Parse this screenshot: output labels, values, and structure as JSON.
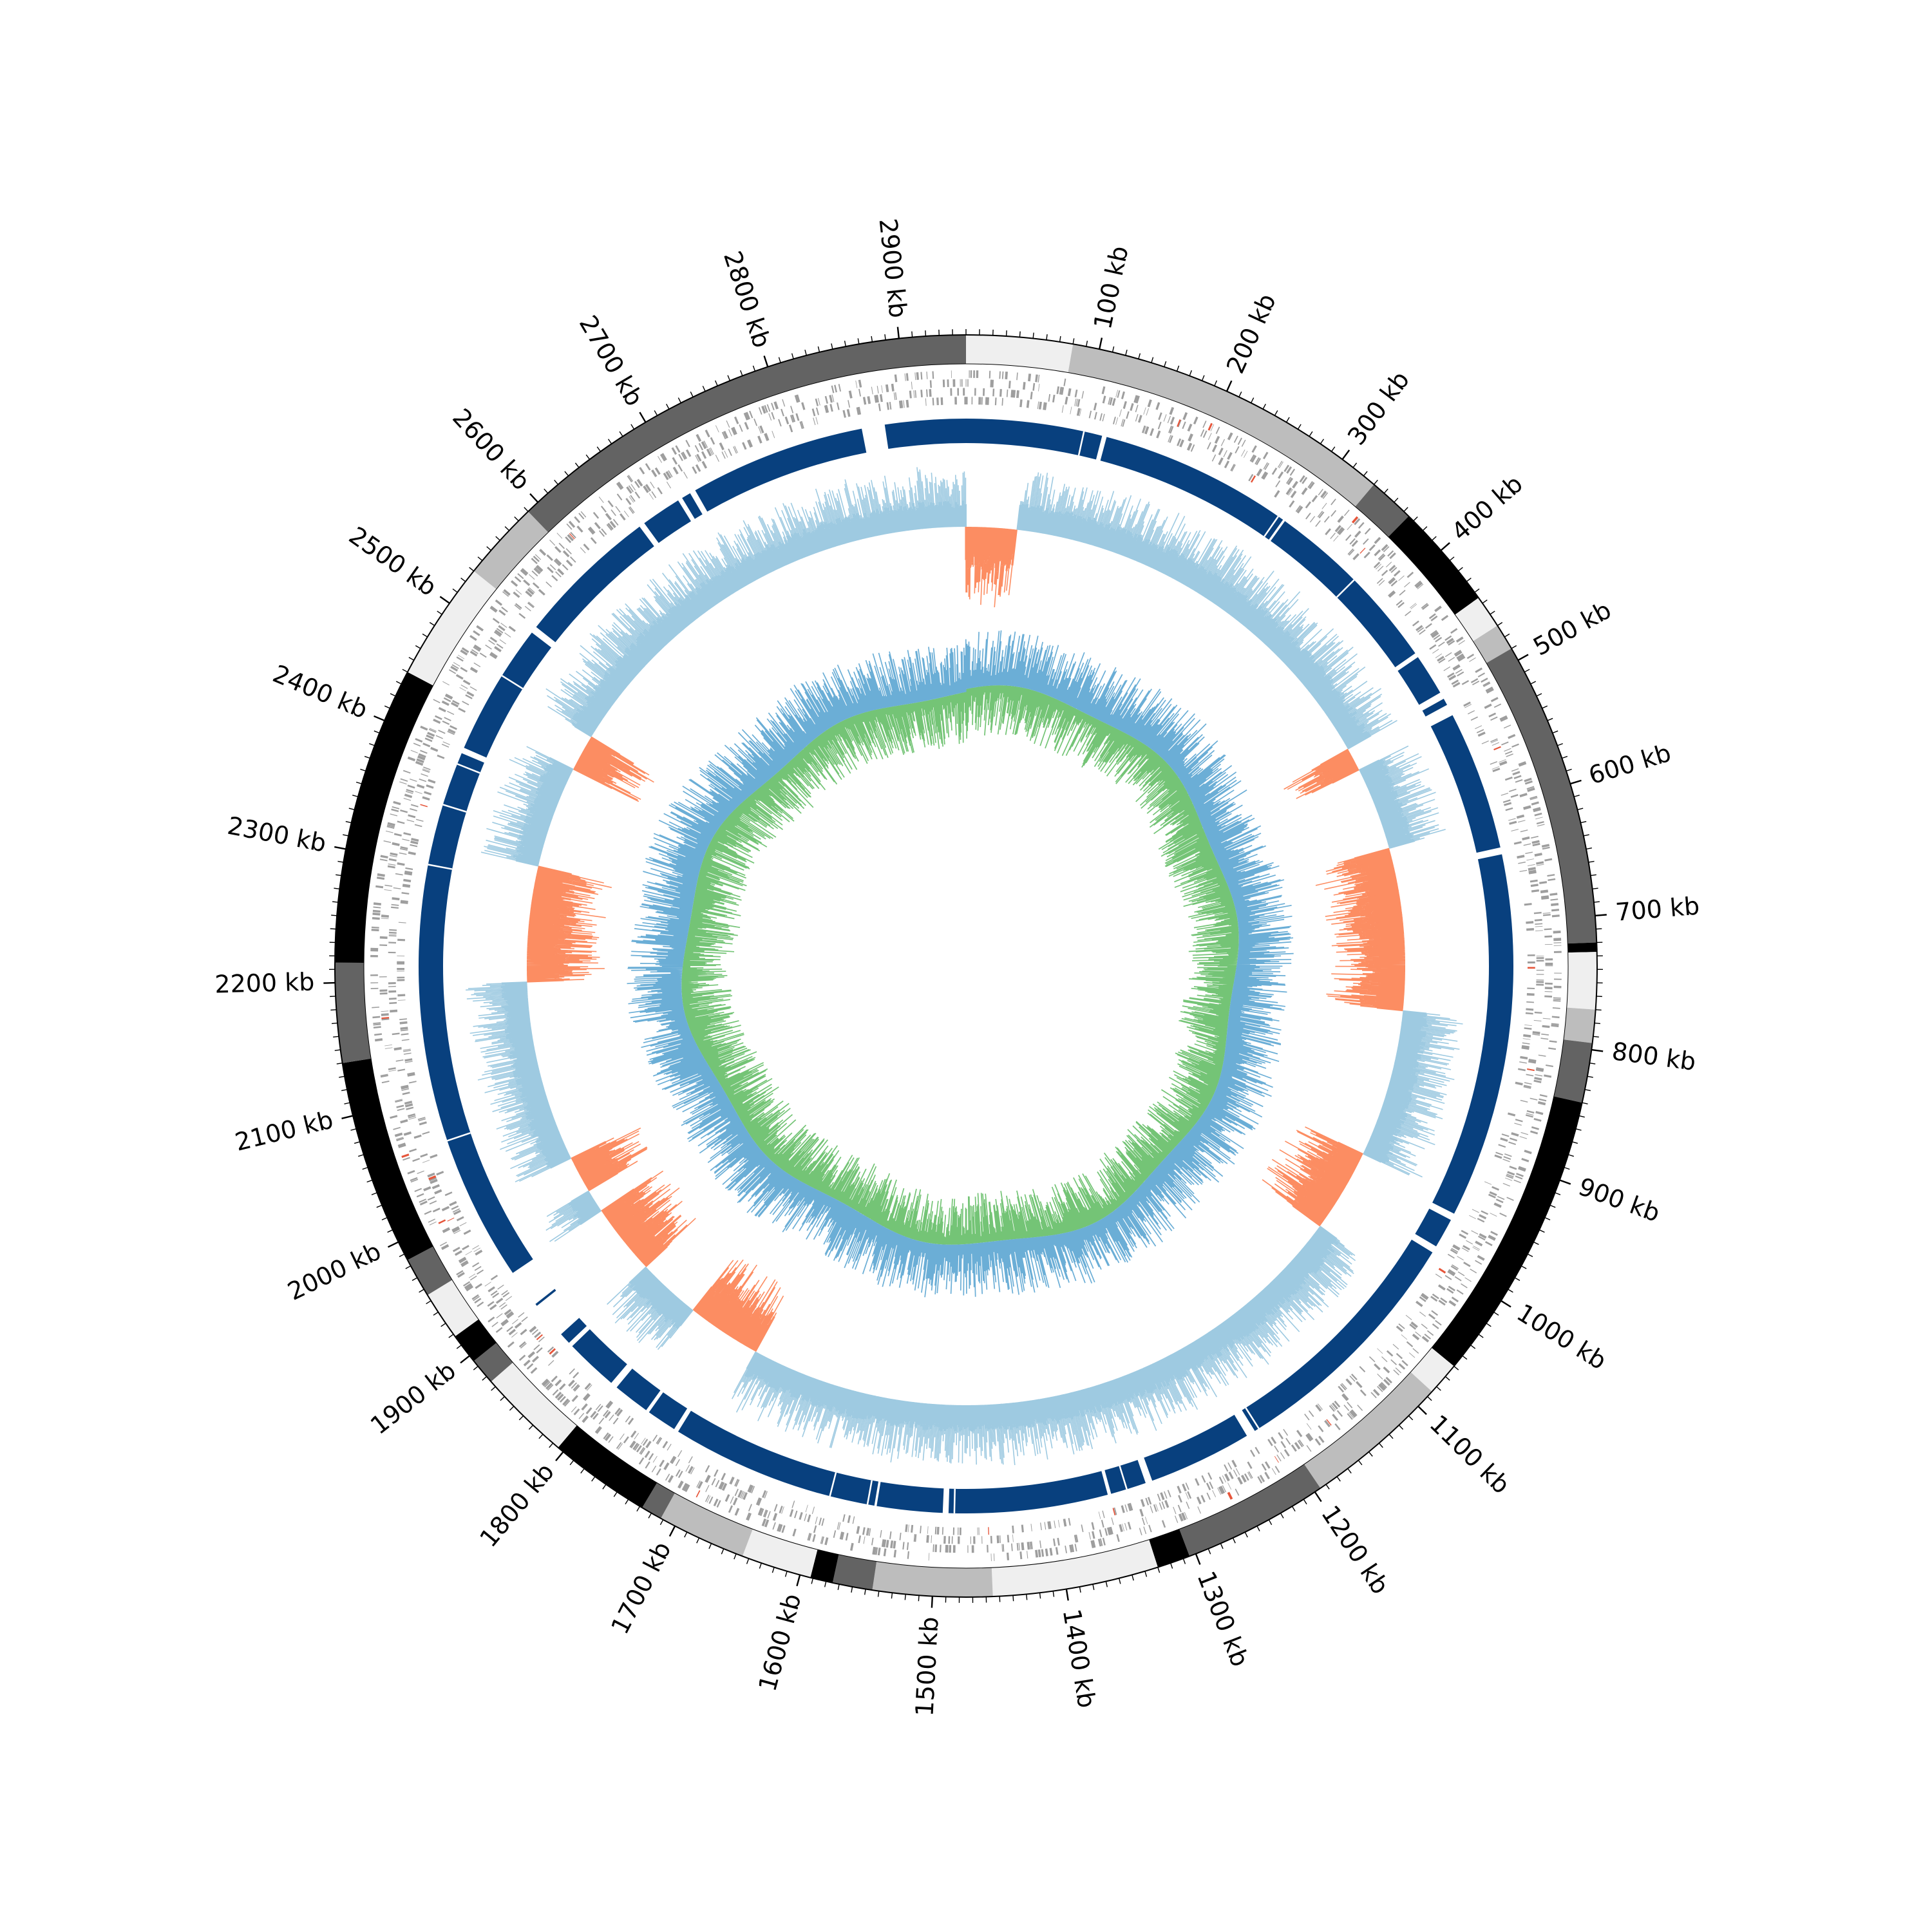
{
  "genome": {
    "length_kb": 2950,
    "ticks_kb": [
      100,
      200,
      300,
      400,
      500,
      600,
      700,
      800,
      900,
      1000,
      1100,
      1200,
      1300,
      1400,
      1500,
      1600,
      1700,
      1800,
      1900,
      2000,
      2100,
      2200,
      2300,
      2400,
      2500,
      2600,
      2700,
      2800,
      2900
    ],
    "tick_labels": [
      "100 kb",
      "200 kb",
      "300 kb",
      "400 kb",
      "500 kb",
      "600 kb",
      "700 kb",
      "800 kb",
      "900 kb",
      "1000 kb",
      "1100 kb",
      "1200 kb",
      "1300 kb",
      "1400 kb",
      "1500 kb",
      "1600 kb",
      "1700 kb",
      "1800 kb",
      "1900 kb",
      "2000 kb",
      "2100 kb",
      "2200 kb",
      "2300 kb",
      "2400 kb",
      "2500 kb",
      "2600 kb",
      "2700 kb",
      "2800 kb",
      "2900 kb"
    ],
    "minor_tick_step_kb": 10
  },
  "colors": {
    "band_light": "#efefef",
    "band_mid": "#bdbdbd",
    "band_dark": "#636363",
    "band_black": "#000000",
    "gene": "#9e9e9e",
    "gene_rna": "#e6553a",
    "synteny_block": "#08407e",
    "gc_content_high": "#fc8d62",
    "gc_content_low": "#9ecae1",
    "gc_skew_positive": "#6baed6",
    "gc_skew_negative": "#74c476"
  },
  "bands": [
    {
      "start": 0,
      "end": 80,
      "shade": "band_light"
    },
    {
      "start": 80,
      "end": 330,
      "shade": "band_mid"
    },
    {
      "start": 330,
      "end": 365,
      "shade": "band_dark"
    },
    {
      "start": 365,
      "end": 445,
      "shade": "band_black"
    },
    {
      "start": 445,
      "end": 470,
      "shade": "band_light"
    },
    {
      "start": 470,
      "end": 490,
      "shade": "band_mid"
    },
    {
      "start": 490,
      "end": 720,
      "shade": "band_dark"
    },
    {
      "start": 720,
      "end": 727,
      "shade": "band_black"
    },
    {
      "start": 727,
      "end": 770,
      "shade": "band_light"
    },
    {
      "start": 770,
      "end": 795,
      "shade": "band_mid"
    },
    {
      "start": 795,
      "end": 840,
      "shade": "band_dark"
    },
    {
      "start": 840,
      "end": 1060,
      "shade": "band_black"
    },
    {
      "start": 1060,
      "end": 1085,
      "shade": "band_light"
    },
    {
      "start": 1085,
      "end": 1195,
      "shade": "band_mid"
    },
    {
      "start": 1195,
      "end": 1305,
      "shade": "band_dark"
    },
    {
      "start": 1305,
      "end": 1330,
      "shade": "band_black"
    },
    {
      "start": 1330,
      "end": 1455,
      "shade": "band_light"
    },
    {
      "start": 1455,
      "end": 1545,
      "shade": "band_mid"
    },
    {
      "start": 1545,
      "end": 1575,
      "shade": "band_dark"
    },
    {
      "start": 1575,
      "end": 1592,
      "shade": "band_black"
    },
    {
      "start": 1592,
      "end": 1645,
      "shade": "band_light"
    },
    {
      "start": 1645,
      "end": 1712,
      "shade": "band_mid"
    },
    {
      "start": 1712,
      "end": 1728,
      "shade": "band_dark"
    },
    {
      "start": 1728,
      "end": 1805,
      "shade": "band_black"
    },
    {
      "start": 1805,
      "end": 1875,
      "shade": "band_light"
    },
    {
      "start": 1875,
      "end": 1895,
      "shade": "band_dark"
    },
    {
      "start": 1895,
      "end": 1918,
      "shade": "band_black"
    },
    {
      "start": 1918,
      "end": 1955,
      "shade": "band_light"
    },
    {
      "start": 1955,
      "end": 1985,
      "shade": "band_dark"
    },
    {
      "start": 1985,
      "end": 2140,
      "shade": "band_black"
    },
    {
      "start": 2140,
      "end": 2215,
      "shade": "band_dark"
    },
    {
      "start": 2215,
      "end": 2440,
      "shade": "band_black"
    },
    {
      "start": 2440,
      "end": 2530,
      "shade": "band_light"
    },
    {
      "start": 2530,
      "end": 2590,
      "shade": "band_mid"
    },
    {
      "start": 2590,
      "end": 2950,
      "shade": "band_dark"
    }
  ],
  "synteny_blocks": [
    {
      "start": 0,
      "end": 118
    },
    {
      "start": 122,
      "end": 290
    },
    {
      "start": 292,
      "end": 452
    },
    {
      "start": 456,
      "end": 492
    },
    {
      "start": 498,
      "end": 504
    },
    {
      "start": 514,
      "end": 635
    },
    {
      "start": 641,
      "end": 958
    },
    {
      "start": 964,
      "end": 990
    },
    {
      "start": 996,
      "end": 1214
    },
    {
      "start": 1222,
      "end": 1312
    },
    {
      "start": 1318,
      "end": 1349
    },
    {
      "start": 1352,
      "end": 1490
    },
    {
      "start": 1495,
      "end": 1552
    },
    {
      "start": 1554,
      "end": 1735
    },
    {
      "start": 1739,
      "end": 1765
    },
    {
      "start": 1768,
      "end": 1800
    },
    {
      "start": 1806,
      "end": 1852
    },
    {
      "start": 1856,
      "end": 1866
    },
    {
      "start": 1898,
      "end": 1900
    },
    {
      "start": 1933,
      "end": 2400
    },
    {
      "start": 2405,
      "end": 2520
    },
    {
      "start": 2526,
      "end": 2650
    },
    {
      "start": 2655,
      "end": 2690
    },
    {
      "start": 2694,
      "end": 2702
    },
    {
      "start": 2707,
      "end": 2860
    },
    {
      "start": 2880,
      "end": 2950
    }
  ],
  "gc_content_high_regions": [
    {
      "start": 0,
      "end": 55
    },
    {
      "start": 495,
      "end": 520
    },
    {
      "start": 610,
      "end": 785
    },
    {
      "start": 945,
      "end": 1035
    },
    {
      "start": 1710,
      "end": 1790
    },
    {
      "start": 1858,
      "end": 1935
    },
    {
      "start": 1960,
      "end": 2000
    },
    {
      "start": 2195,
      "end": 2320
    },
    {
      "start": 2430,
      "end": 2470
    }
  ]
}
